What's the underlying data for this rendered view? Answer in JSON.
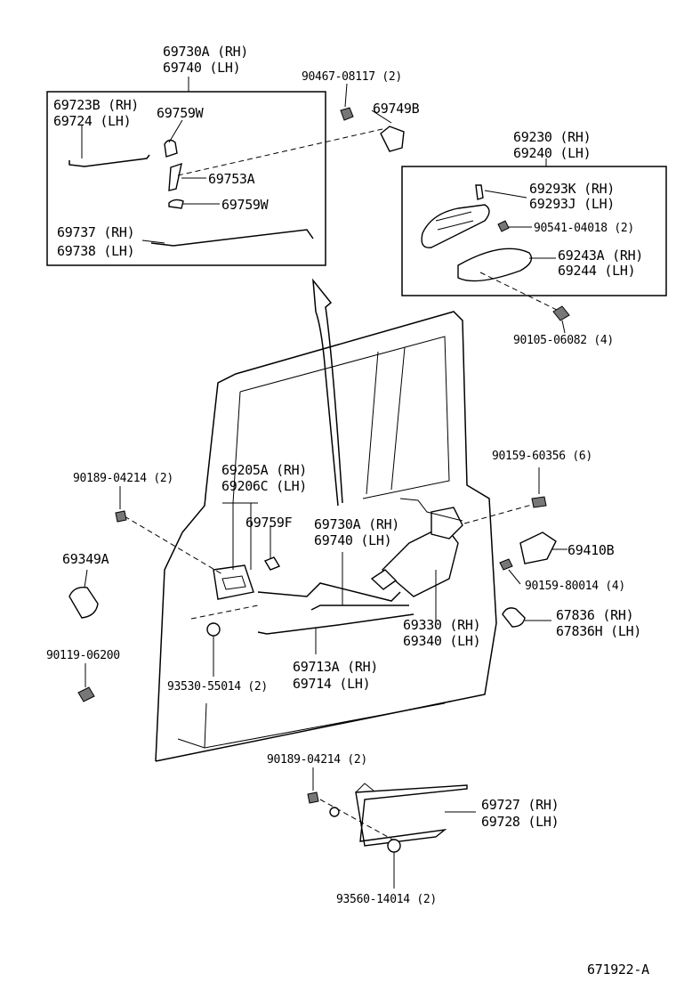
{
  "labels": {
    "top_assembly": "69730A (RH)",
    "top_assembly_lh": "69740  (LH)",
    "rod_inside": "69723B (RH)",
    "rod_inside_lh": "69724  (LH)",
    "clip_upper": "69759W",
    "lever": "69753A",
    "clip_lower": "69759W",
    "rod_long": "69737 (RH)",
    "rod_long_lh": "69738 (LH)",
    "screw_top": "90467-08117 (2)",
    "grommet": "69749B",
    "outside_handle": "69230 (RH)",
    "outside_handle_lh": "69240 (LH)",
    "handle_clip": "69293K (RH)",
    "handle_clip_lh": "69293J (LH)",
    "handle_screw": "90541-04018 (2)",
    "pad": "69243A (RH)",
    "pad_lh": "69244  (LH)",
    "handle_bolt": "90105-06082 (4)",
    "lock_screw": "90159-60356 (6)",
    "inside_handle": "69205A (RH)",
    "inside_handle_lh": "69206C (LH)",
    "clip_f": "69759F",
    "link_rh": "69730A (RH)",
    "link_lh": "69740  (LH)",
    "clip_left": "90189-04214 (2)",
    "cap": "69349A",
    "striker": "69410B",
    "striker_screw": "90159-80014 (4)",
    "lock_rh": "69330 (RH)",
    "lock_lh": "69340 (LH)",
    "bumper_rh": "67836  (RH)",
    "bumper_lh": "67836H (LH)",
    "bolt_left": "90119-06200",
    "rod_lower_rh": "69713A (RH)",
    "rod_lower_lh": "69714  (LH)",
    "washer_left": "93530-55014 (2)",
    "clip_bottom": "90189-04214 (2)",
    "bracket_rh": "69727 (RH)",
    "bracket_lh": "69728 (LH)",
    "washer_bottom": "93560-14014 (2)",
    "drawing_id": "671922-A"
  }
}
